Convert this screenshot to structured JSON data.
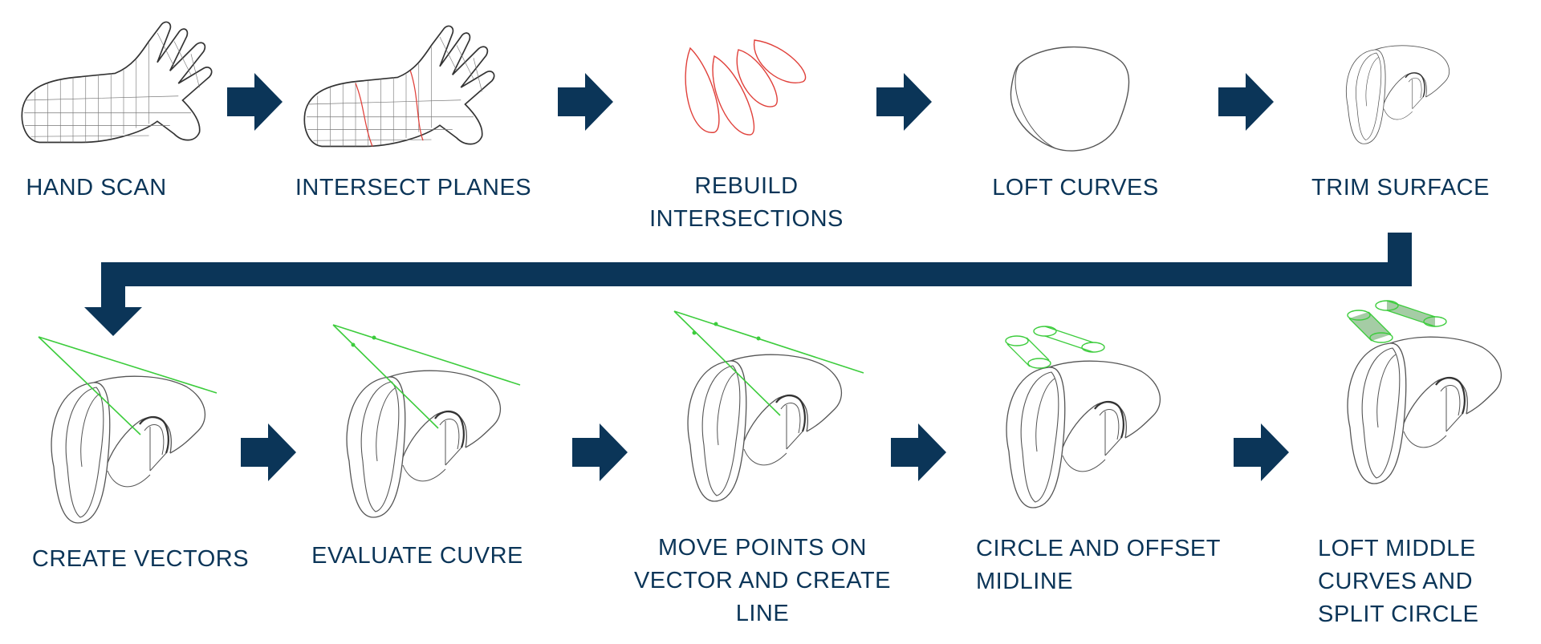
{
  "colors": {
    "navy": "#0b3558",
    "wire": "#555555",
    "red": "#e0403a",
    "green": "#3ccc3c"
  },
  "steps": [
    {
      "lines": [
        "HAND SCAN"
      ]
    },
    {
      "lines": [
        "INTERSECT PLANES"
      ]
    },
    {
      "lines": [
        "REBUILD",
        "INTERSECTIONS"
      ]
    },
    {
      "lines": [
        "LOFT CURVES"
      ]
    },
    {
      "lines": [
        "TRIM SURFACE"
      ]
    },
    {
      "lines": [
        "CREATE VECTORS"
      ]
    },
    {
      "lines": [
        "EVALUATE CUVRE"
      ]
    },
    {
      "lines": [
        "MOVE POINTS ON",
        "VECTOR AND CREATE",
        "LINE"
      ]
    },
    {
      "lines": [
        "CIRCLE AND OFFSET",
        "MIDLINE"
      ]
    },
    {
      "lines": [
        "LOFT MIDDLE",
        "CURVES AND",
        "SPLIT CIRCLE"
      ]
    }
  ]
}
